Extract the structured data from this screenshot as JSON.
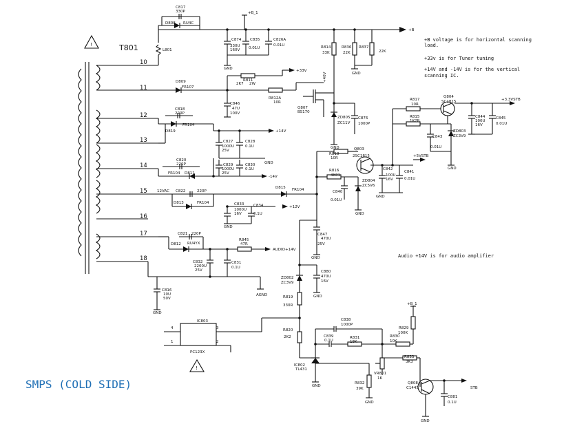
{
  "diagram_title": "SMPS (COLD SIDE)",
  "transformer": {
    "label": "T801",
    "pins": [
      "10",
      "11",
      "12",
      "13",
      "14",
      "15",
      "16",
      "17",
      "18"
    ]
  },
  "notes": [
    "+B voltage is for horizontal scanning",
    "load.",
    "+33v is for Tuner tuning",
    "+14V and -14V  is for the vertical",
    "scanning IC.",
    "Audio +14V is for audio amplifier"
  ],
  "rails": {
    "b_plus": "+B",
    "b1": "+B_1",
    "b1_lower": "+B_1",
    "v33": "+33V",
    "v14p": "+14V",
    "v14n": "-14V",
    "v12": "+12V",
    "audio14": "AUDIO+14V",
    "v3_3": "+3.3VSTB",
    "v5stb": "+5VSTB",
    "stb": "STB",
    "agnd": "AGND",
    "volt_12vac": "12VAC",
    "v40": "+40V"
  },
  "gnd": "GND",
  "components": {
    "c817": [
      "C817",
      "330P"
    ],
    "d808": [
      "D808",
      "RU4C"
    ],
    "l801": "L801",
    "c874": [
      "C874",
      "330U",
      "160V"
    ],
    "c835": [
      "C835",
      "0.01U"
    ],
    "c826a": [
      "C826A",
      "0.01U"
    ],
    "r814": [
      "R814",
      "33K"
    ],
    "r836": [
      "R836",
      "22K"
    ],
    "r837": [
      "R837",
      "22K"
    ],
    "d809": [
      "D809",
      "FR107"
    ],
    "r811": [
      "R811",
      "2K7",
      "2W"
    ],
    "c846": [
      "C846",
      "47U",
      "100V"
    ],
    "r812a": [
      "R812A",
      "10R"
    ],
    "q807": [
      "Q807",
      "BS170"
    ],
    "zd805": [
      "ZD805",
      "ZC11V"
    ],
    "c876": [
      "C876",
      "1000P"
    ],
    "c818": [
      "C818",
      "220P"
    ],
    "d819": [
      "D819",
      "FR104"
    ],
    "c827": [
      "C827",
      "1000U",
      "25V"
    ],
    "c828": [
      "C828",
      "0.1U"
    ],
    "c820": [
      "C820",
      "220P"
    ],
    "d811": [
      "D811",
      "FR104"
    ],
    "c829": [
      "C829",
      "1000U",
      "25V"
    ],
    "c830": [
      "C830",
      "0.1U"
    ],
    "c822": [
      "C822",
      "220P"
    ],
    "d813": [
      "D813",
      "FR104"
    ],
    "d815": [
      "D815",
      "FR104"
    ],
    "c833": [
      "C833",
      "1000U",
      "16V"
    ],
    "c834": [
      "C834",
      "0.1U"
    ],
    "r818": [
      "R818",
      "10R"
    ],
    "q803": [
      "Q803",
      "2SC1815"
    ],
    "r816": [
      "R816",
      "4K81"
    ],
    "zd804": [
      "ZD804",
      "ZC5V6"
    ],
    "c840": [
      "C840",
      "0.01U"
    ],
    "c842": [
      "C842",
      "100U",
      "16V"
    ],
    "c841": [
      "C841",
      "0.01U"
    ],
    "r817": [
      "R817",
      "10R"
    ],
    "q804": [
      "Q804",
      "SC1815"
    ],
    "r815": [
      "R815",
      "1K2R"
    ],
    "c843": [
      "C843",
      "0.01U"
    ],
    "zd803": [
      "ZD803",
      "ZC3V9"
    ],
    "c844": [
      "C844",
      "100U",
      "16V"
    ],
    "c845": [
      "C845",
      "0.01U"
    ],
    "c847": [
      "C847",
      "470U",
      "25V"
    ],
    "c821": [
      "C821",
      "220P"
    ],
    "d812": [
      "D812",
      "RU4YX"
    ],
    "r845": [
      "R845",
      "47R"
    ],
    "c832": [
      "C832",
      "2200U",
      "25V"
    ],
    "c831": [
      "C831",
      "0.1U"
    ],
    "c816": [
      "C816",
      "10U",
      "50V"
    ],
    "c880": [
      "C880",
      "470U",
      "16V"
    ],
    "zd802": [
      "ZD802",
      "ZC3V9"
    ],
    "r819": [
      "R819",
      "330R"
    ],
    "r820": [
      "R820",
      "2K2"
    ],
    "ic803": [
      "IC803",
      "PC123X"
    ],
    "c838": [
      "C838",
      "1000P"
    ],
    "c839": [
      "C839",
      "0.1U"
    ],
    "r831": [
      "R831",
      "18K"
    ],
    "r829": [
      "R829",
      "100K"
    ],
    "r830": [
      "R830",
      "10K"
    ],
    "ic802": [
      "IC802",
      "TL431"
    ],
    "vr801": [
      "VR801",
      "1K"
    ],
    "r833": [
      "R833",
      "3K3"
    ],
    "r832": [
      "R832",
      "39K"
    ],
    "q808": [
      "Q808",
      "C1445"
    ],
    "c881": [
      "C881",
      "0.1U"
    ]
  },
  "opto_pins": [
    "4",
    "1",
    "2",
    "3"
  ]
}
